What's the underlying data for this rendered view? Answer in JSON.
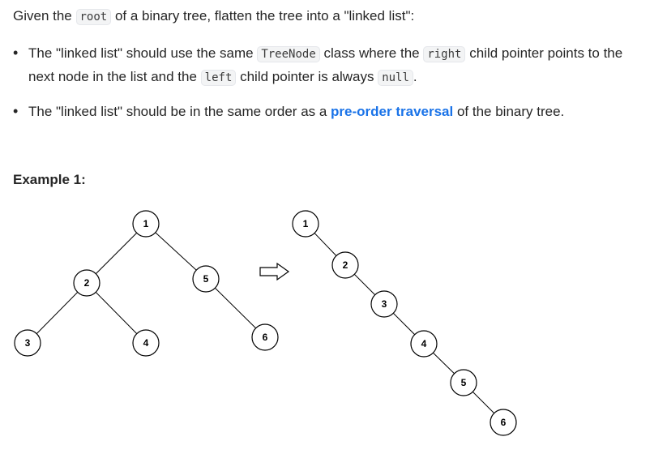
{
  "intro": {
    "before": "Given the ",
    "code": "root",
    "after": " of a binary tree, flatten the tree into a \"linked list\":"
  },
  "bullets": [
    {
      "t1": "The \"linked list\" should use the same ",
      "c1": "TreeNode",
      "t2": " class where the ",
      "c2": "right",
      "t3": " child pointer points to the",
      "t4": "next node in the list and the ",
      "c3": "left",
      "t5": " child pointer is always ",
      "c4": "null",
      "t6": "."
    },
    {
      "t1": "The \"linked list\" should be in the same order as a ",
      "link": "pre-order traversal",
      "t2": " of the binary tree."
    }
  ],
  "example": {
    "title": "Example 1:"
  },
  "diagram": {
    "tree_nodes": [
      "1",
      "2",
      "5",
      "3",
      "4",
      "6"
    ],
    "list_nodes": [
      "1",
      "2",
      "3",
      "4",
      "5",
      "6"
    ],
    "arrow_icon": "right-arrow-icon"
  }
}
